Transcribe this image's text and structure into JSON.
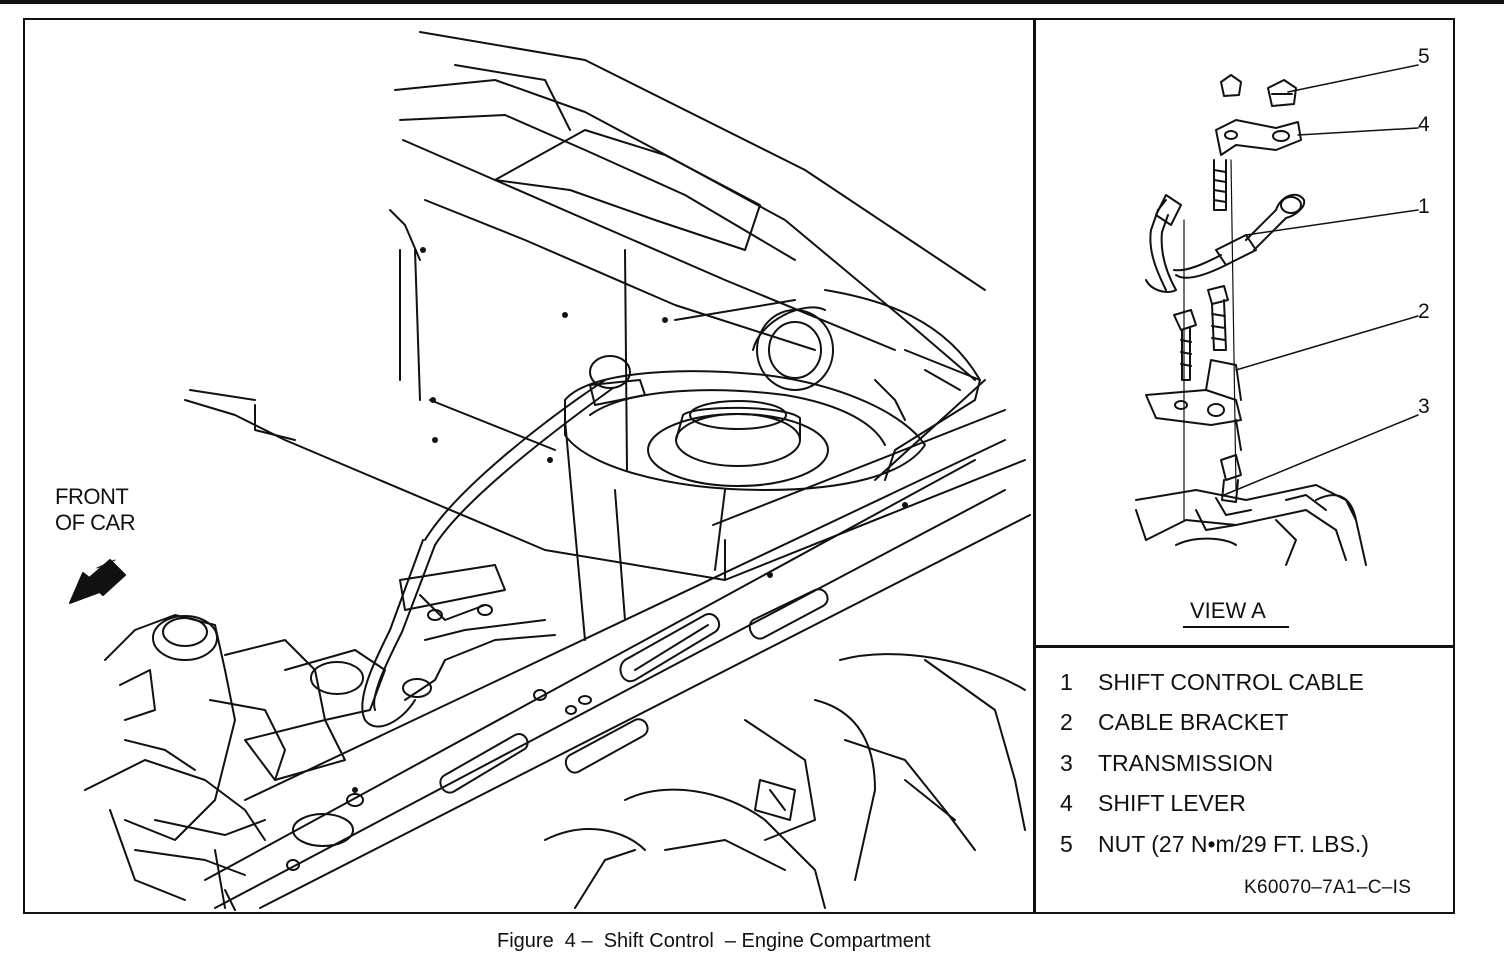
{
  "figure": {
    "caption": "Figure  4 –  Shift Control  – Engine Compartment",
    "reference_code": "K60070–7A1–C–IS",
    "front_label": [
      "FRONT",
      "OF CAR"
    ]
  },
  "view_a": {
    "title": "VIEW A",
    "callouts": [
      "5",
      "4",
      "1",
      "2",
      "3"
    ]
  },
  "legend": [
    {
      "num": "1",
      "label": "SHIFT CONTROL CABLE"
    },
    {
      "num": "2",
      "label": "CABLE BRACKET"
    },
    {
      "num": "3",
      "label": "TRANSMISSION"
    },
    {
      "num": "4",
      "label": "SHIFT LEVER"
    },
    {
      "num": "5",
      "label": "NUT (27 N•m/29 FT. LBS.)"
    }
  ],
  "colors": {
    "ink": "#111111",
    "paper": "#ffffff"
  }
}
